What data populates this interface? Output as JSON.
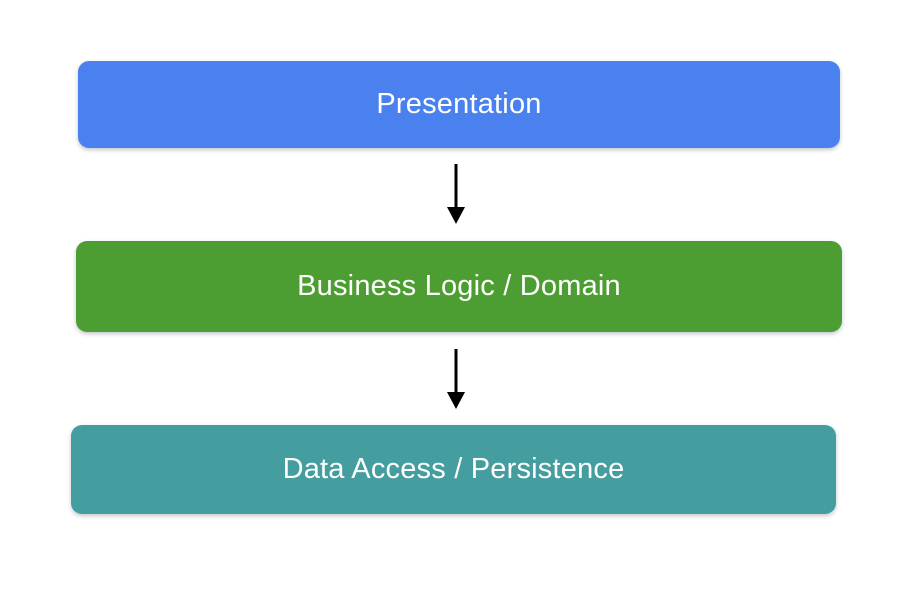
{
  "canvas": {
    "background": "#ffffff"
  },
  "layers": [
    {
      "label": "Presentation",
      "fill": "#4A81EE",
      "text_color": "#ffffff"
    },
    {
      "label": "Business Logic / Domain",
      "fill": "#4D9E32",
      "text_color": "#ffffff"
    },
    {
      "label": "Data Access / Persistence",
      "fill": "#449D9E",
      "text_color": "#ffffff"
    }
  ],
  "arrows": [
    {
      "direction": "down",
      "color": "#000000"
    },
    {
      "direction": "down",
      "color": "#000000"
    }
  ]
}
